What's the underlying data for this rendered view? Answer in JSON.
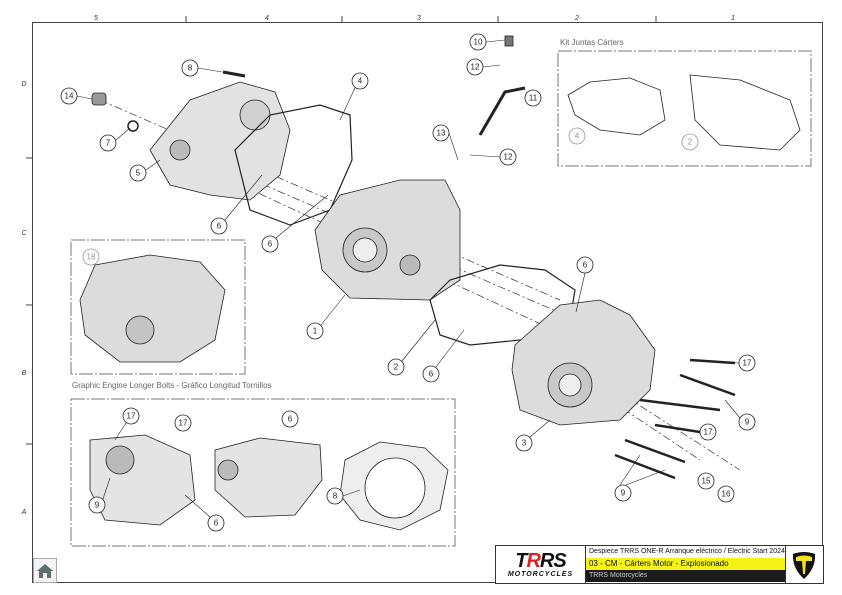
{
  "grid": {
    "columns": [
      "5",
      "4",
      "3",
      "2",
      "1"
    ],
    "rows": [
      "D",
      "C",
      "B",
      "A"
    ]
  },
  "callouts": {
    "main": [
      "10",
      "12",
      "11",
      "8",
      "14",
      "7",
      "5",
      "4",
      "13",
      "12",
      "6",
      "6",
      "1",
      "6",
      "2",
      "6",
      "17",
      "9",
      "3",
      "17",
      "15",
      "16",
      "9"
    ],
    "kit": [
      "4",
      "2"
    ],
    "inset": "18",
    "bolts": [
      "17",
      "17",
      "6",
      "9",
      "6",
      "8"
    ]
  },
  "sections": {
    "kit_title": "Kit Juntas Cárters",
    "bolts_title": "Graphic Engine Longer Bolts - Gráfico Longitud Tornillos"
  },
  "title_block": {
    "logo_main": "TRRS",
    "logo_sub": "MOTORCYCLES",
    "line1": "Despiece TRRS ONE-R  Arranque eléctrico / Electric Start 2024",
    "line2": "03 - CM - Cárters Motor - Explosionado",
    "line3": "TRRS Motorcycles"
  },
  "colors": {
    "accent_yellow": "#f5f21a",
    "brand_red": "#d22222"
  },
  "home": {
    "icon": "home-icon"
  }
}
